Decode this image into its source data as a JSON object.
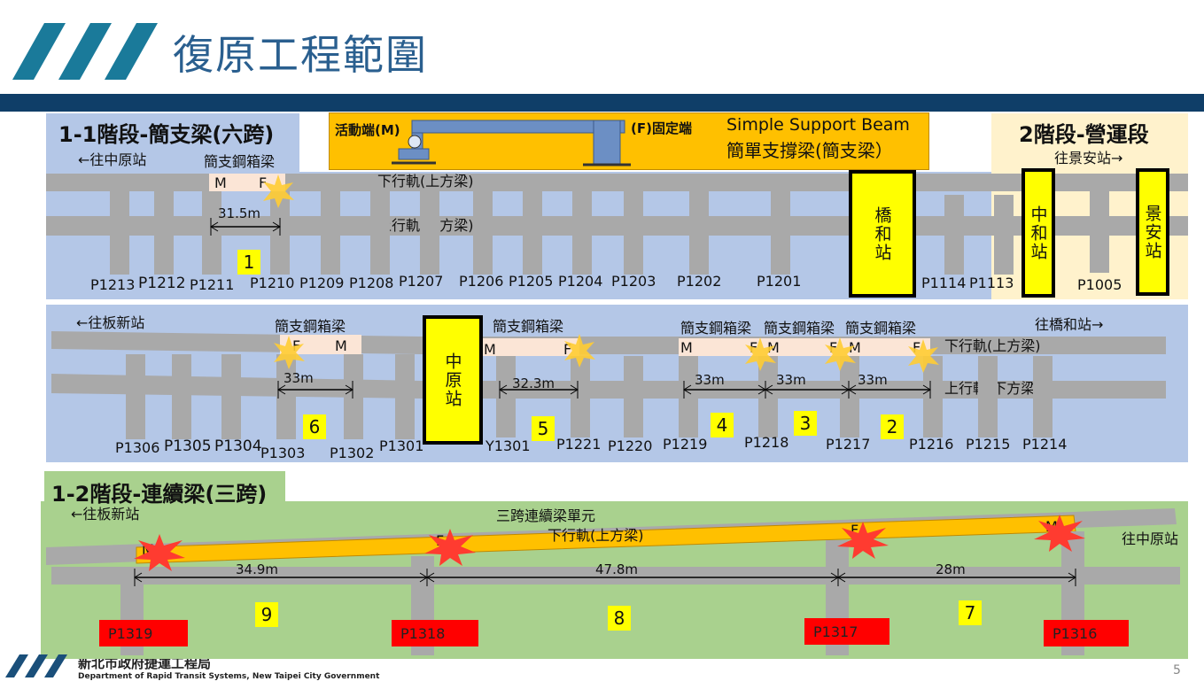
{
  "title": "復原工程範圍",
  "colors": {
    "title": "#2a5f8f",
    "banner": "#0f3e68",
    "panel_blue": "#b4c7e7",
    "panel_green": "#a9d18e",
    "station": "#ffff00",
    "pier_box": "#ff0000"
  },
  "top": {
    "stage1_title": "1-1階段-簡支梁(六跨)",
    "stage2_title": "2階段-營運段",
    "legend": {
      "moving_end": "活動端(M)",
      "fixed_end": "(F)固定端",
      "en": "Simple Support Beam",
      "zh": "簡單支撐梁(簡支梁）"
    },
    "to_left": "←往中原站",
    "to_right": "往景安站→",
    "box_girder": "簡支鋼箱梁",
    "m": "M",
    "f": "F",
    "down_track": "下行軌(上方梁)",
    "up_track": "上行軌(下方梁)",
    "span": "31.5m",
    "section": "1",
    "stations": [
      "橋和站",
      "中和站",
      "景安站"
    ],
    "piers": [
      "P1213",
      "P1212",
      "P1211",
      "P1210",
      "P1209",
      "P1208",
      "P1207",
      "P1206",
      "P1205",
      "P1204",
      "P1203",
      "P1202",
      "P1201",
      "P1114",
      "P1113",
      "P1005"
    ]
  },
  "middle": {
    "to_left": "←往板新站",
    "to_right": "往橋和站→",
    "box_girder": "簡支鋼箱梁",
    "m": "M",
    "f": "F",
    "down_track": "下行軌(上方梁)",
    "up_track": "上行軌(下方梁)",
    "station": "中原站",
    "spans": [
      "33m",
      "32.3m",
      "33m",
      "33m",
      "33m"
    ],
    "sections": [
      "6",
      "5",
      "4",
      "3",
      "2"
    ],
    "piers": [
      "P1306",
      "P1305",
      "P1304",
      "P1303",
      "P1302",
      "P1301",
      "Y1301",
      "P1221",
      "P1220",
      "P1219",
      "P1218",
      "P1217",
      "P1216",
      "P1215",
      "P1214"
    ]
  },
  "bottom": {
    "stage_title": "1-2階段-連續梁(三跨)",
    "to_left": "←往板新站",
    "to_right": "往中原站",
    "unit": "三跨連續梁單元",
    "down_track": "下行軌(上方梁)",
    "m": "M",
    "f": "F",
    "spans": [
      "34.9m",
      "47.8m",
      "28m"
    ],
    "sections": [
      "9",
      "8",
      "7"
    ],
    "piers": [
      "P1319",
      "P1318",
      "P1317",
      "P1316"
    ]
  },
  "footer": {
    "org_zh": "新北市政府捷運工程局",
    "org_en": "Department of Rapid Transit Systems, New Taipei City Government",
    "page": "5"
  }
}
